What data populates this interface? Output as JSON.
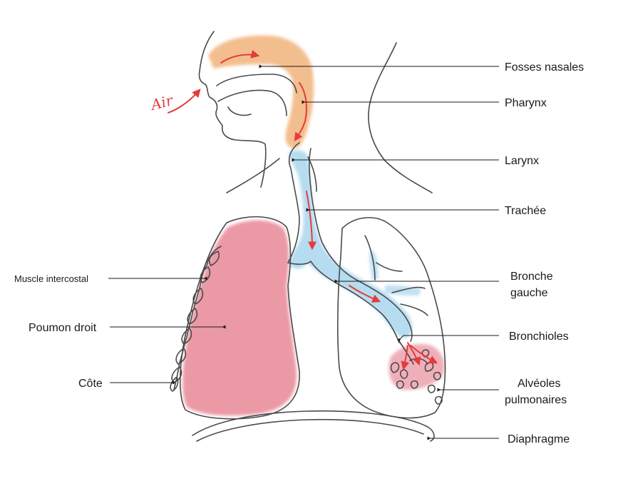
{
  "colors": {
    "airway_upper": "#f2b37a",
    "airway_lower": "#a9d6ee",
    "lung": "#e98e9c",
    "arrow": "#e53b3b",
    "outline": "#4a4a4a",
    "label": "#1a1a1a"
  },
  "air_label": "Air",
  "labels": {
    "fosses_nasales": "Fosses nasales",
    "pharynx": "Pharynx",
    "larynx": "Larynx",
    "trachee": "Trachée",
    "bronche_line1": "Bronche",
    "bronche_line2": "gauche",
    "bronchioles": "Bronchioles",
    "alveoles_line1": "Alvéoles",
    "alveoles_line2": "pulmonaires",
    "diaphragme": "Diaphragme",
    "muscle_intercostal": "Muscle intercostal",
    "poumon_droit": "Poumon droit",
    "cote": "Côte"
  }
}
